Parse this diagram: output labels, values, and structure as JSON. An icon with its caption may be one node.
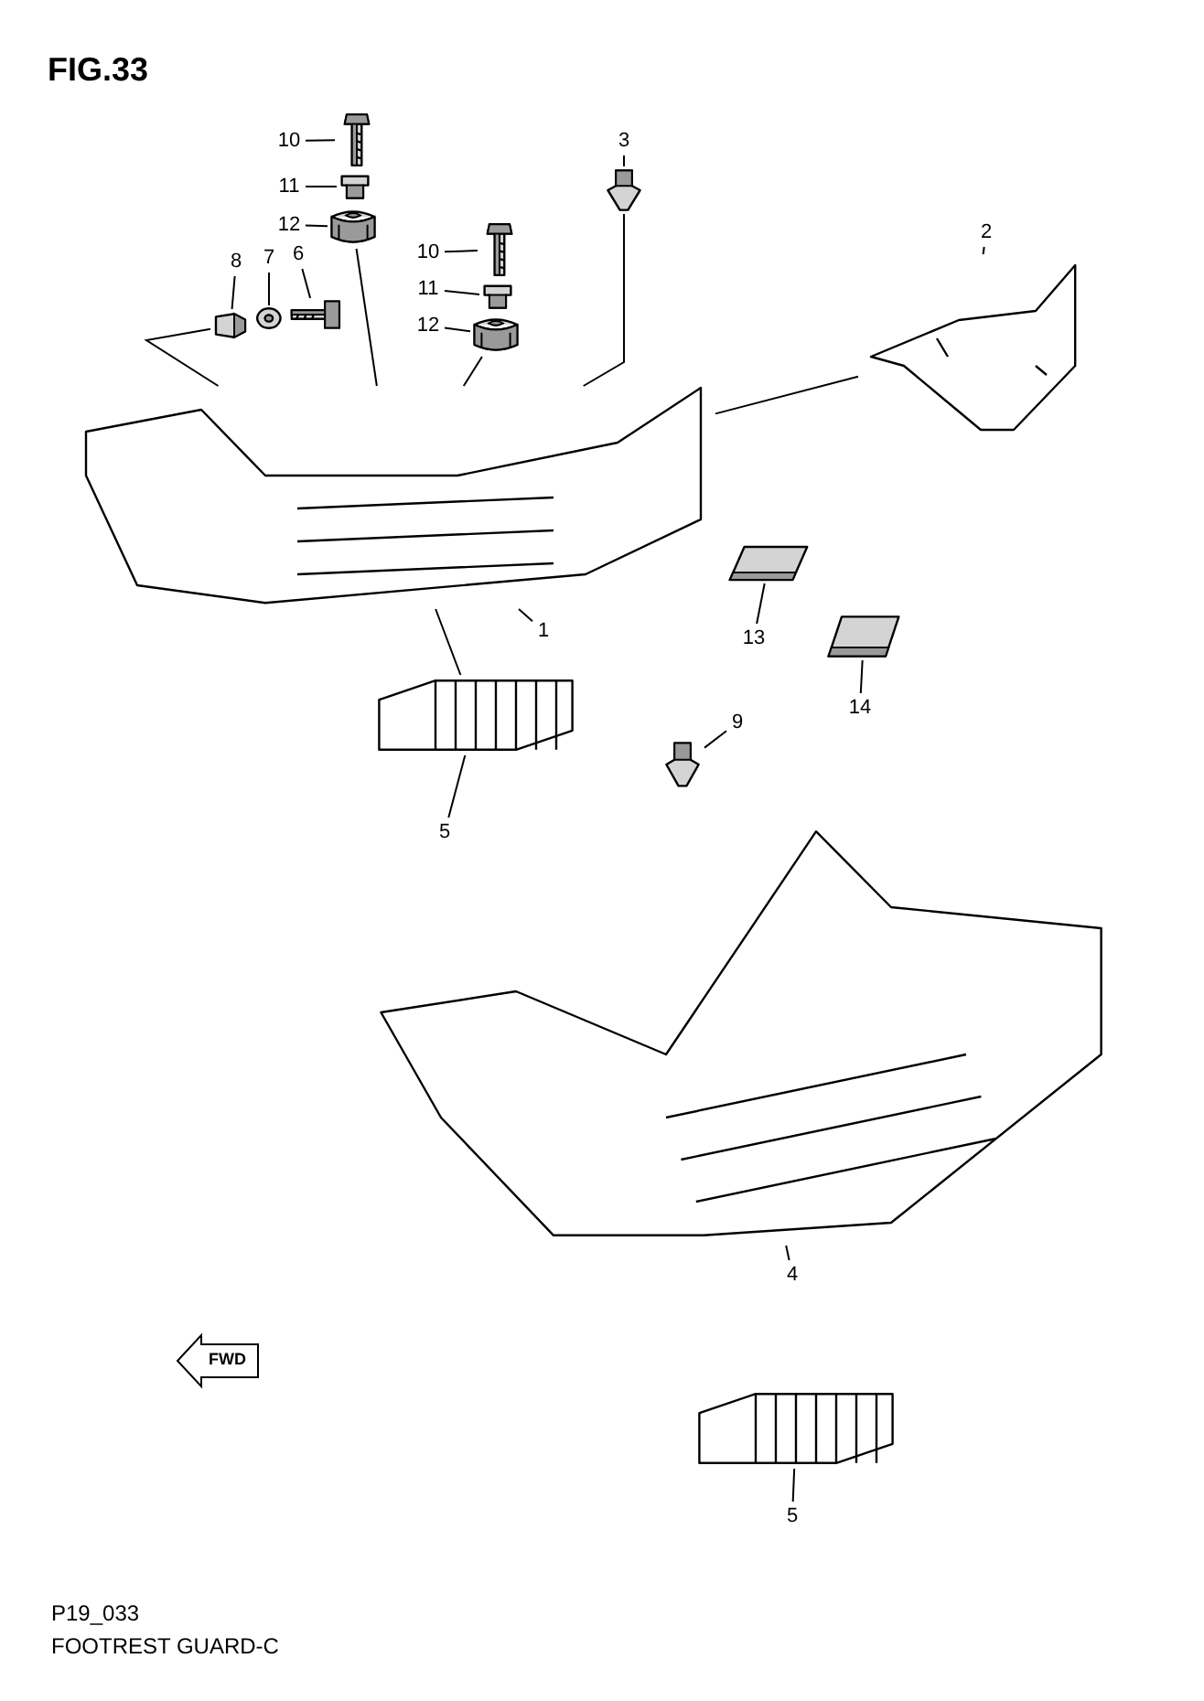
{
  "diagram": {
    "title": "FIG.33",
    "caption": "FOOTREST GUARD-C",
    "nodes": [
      {
        "text": [
          "10"
        ]
      },
      {
        "text": [
          "11"
        ]
      },
      {
        "text": [
          "12"
        ]
      },
      {
        "text": [
          "3"
        ]
      },
      {
        "text": [
          "10"
        ]
      },
      {
        "text": [
          "11"
        ]
      },
      {
        "text": [
          "12"
        ]
      },
      {
        "text": [
          "2"
        ]
      },
      {
        "text": [
          "8"
        ]
      },
      {
        "text": [
          "7"
        ]
      },
      {
        "text": [
          "6"
        ]
      },
      {
        "text": [
          "1"
        ]
      },
      {
        "text": [
          "13"
        ]
      },
      {
        "text": [
          "14"
        ]
      },
      {
        "text": [
          "5"
        ]
      },
      {
        "text": [
          "9"
        ]
      },
      {
        "text": [
          "4"
        ]
      },
      {
        "text": [
          "5"
        ]
      },
      {
        "text": [],
        "shape": "picture"
      },
      {
        "text": [],
        "shape": "picture"
      },
      {
        "text": [],
        "shape": "picture"
      },
      {
        "text": [],
        "shape": "picture"
      },
      {
        "text": [],
        "shape": "picture"
      },
      {
        "text": [],
        "shape": "picture"
      },
      {
        "text": [],
        "shape": "picture"
      },
      {
        "text": [],
        "shape": "picture"
      },
      {
        "text": [],
        "shape": "picture"
      },
      {
        "text": [],
        "shape": "picture"
      },
      {
        "text": [],
        "shape": "picture"
      },
      {
        "text": [],
        "shape": "picture"
      },
      {
        "text": [],
        "shape": "picture"
      },
      {
        "text": [],
        "shape": "picture"
      },
      {
        "text": [],
        "shape": "picture"
      },
      {
        "text": [],
        "shape": "picture"
      },
      {
        "text": [],
        "shape": "picture"
      },
      {
        "text": [],
        "shape": "picture"
      }
    ],
    "edges": [
      {
        "from": 0,
        "to": 18,
        "arrow": "none"
      },
      {
        "from": 1,
        "to": 19,
        "arrow": "none"
      },
      {
        "from": 2,
        "to": 20,
        "arrow": "none"
      },
      {
        "from": 3,
        "to": 21,
        "arrow": "none"
      },
      {
        "from": 4,
        "to": 22,
        "arrow": "none"
      },
      {
        "from": 5,
        "to": 23,
        "arrow": "none"
      },
      {
        "from": 6,
        "to": 24,
        "arrow": "none"
      },
      {
        "from": 7,
        "to": 25,
        "arrow": "none"
      },
      {
        "from": 8,
        "to": 26,
        "arrow": "none"
      },
      {
        "from": 9,
        "to": 27,
        "arrow": "none"
      },
      {
        "from": 10,
        "to": 28,
        "arrow": "none"
      },
      {
        "from": 11,
        "to": 29,
        "arrow": "none"
      },
      {
        "from": 12,
        "to": 30,
        "arrow": "none"
      },
      {
        "from": 13,
        "to": 31,
        "arrow": "none"
      },
      {
        "from": 14,
        "to": 32,
        "arrow": "none"
      },
      {
        "from": 15,
        "to": 33,
        "arrow": "none"
      },
      {
        "from": 16,
        "to": 34,
        "arrow": "none"
      },
      {
        "from": 17,
        "to": 35,
        "arrow": "none"
      },
      {
        "from": 20,
        "to": 29,
        "arrow": "none"
      },
      {
        "from": 29,
        "to": 32,
        "arrow": "none"
      },
      {
        "from": 24,
        "to": 29,
        "arrow": "none"
      },
      {
        "from": 21,
        "to": 29,
        "arrow": "none"
      },
      {
        "from": 29,
        "to": 25,
        "arrow": "none"
      },
      {
        "from": 26,
        "to": 29,
        "arrow": "none"
      }
    ],
    "labels": [
      "FWD",
      "P19_033"
    ]
  }
}
